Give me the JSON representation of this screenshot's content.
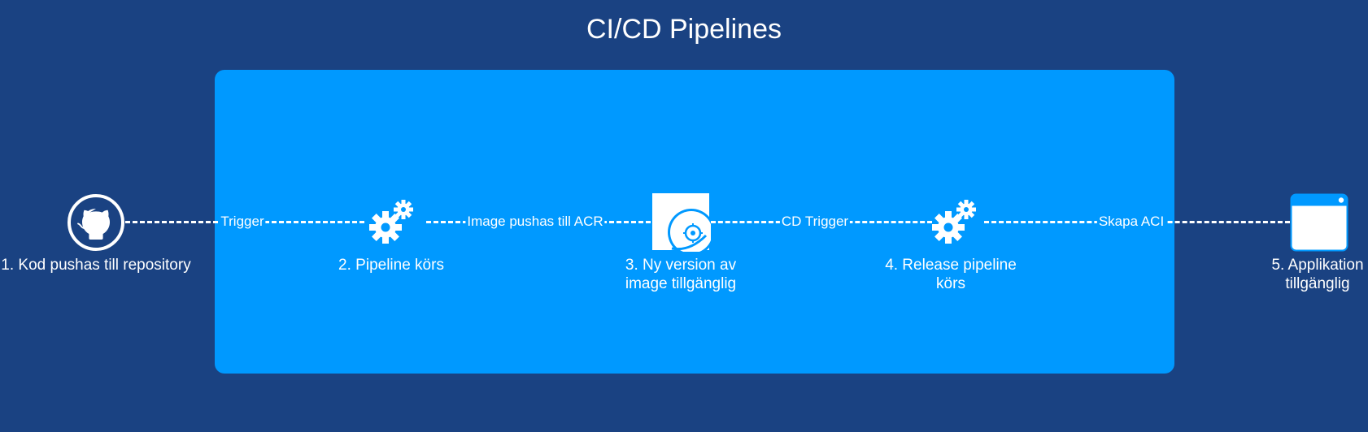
{
  "title": "CI/CD Pipelines",
  "colors": {
    "background": "#1a4282",
    "panel": "#0099ff",
    "foreground": "#ffffff"
  },
  "nodes": [
    {
      "icon": "github-icon",
      "label_lines": [
        "1. Kod pushas till repository"
      ]
    },
    {
      "icon": "gears-icon",
      "label_lines": [
        "2. Pipeline körs"
      ]
    },
    {
      "icon": "container-image-icon",
      "label_lines": [
        "3. Ny version av",
        "image tillgänglig"
      ]
    },
    {
      "icon": "gears-icon",
      "label_lines": [
        "4. Release pipeline",
        "körs"
      ]
    },
    {
      "icon": "app-window-icon",
      "label_lines": [
        "5. Applikation",
        "tillgänglig"
      ]
    }
  ],
  "edges": [
    {
      "label": "Trigger"
    },
    {
      "label": "Image pushas till ACR"
    },
    {
      "label": "CD Trigger"
    },
    {
      "label": "Skapa ACI"
    }
  ]
}
